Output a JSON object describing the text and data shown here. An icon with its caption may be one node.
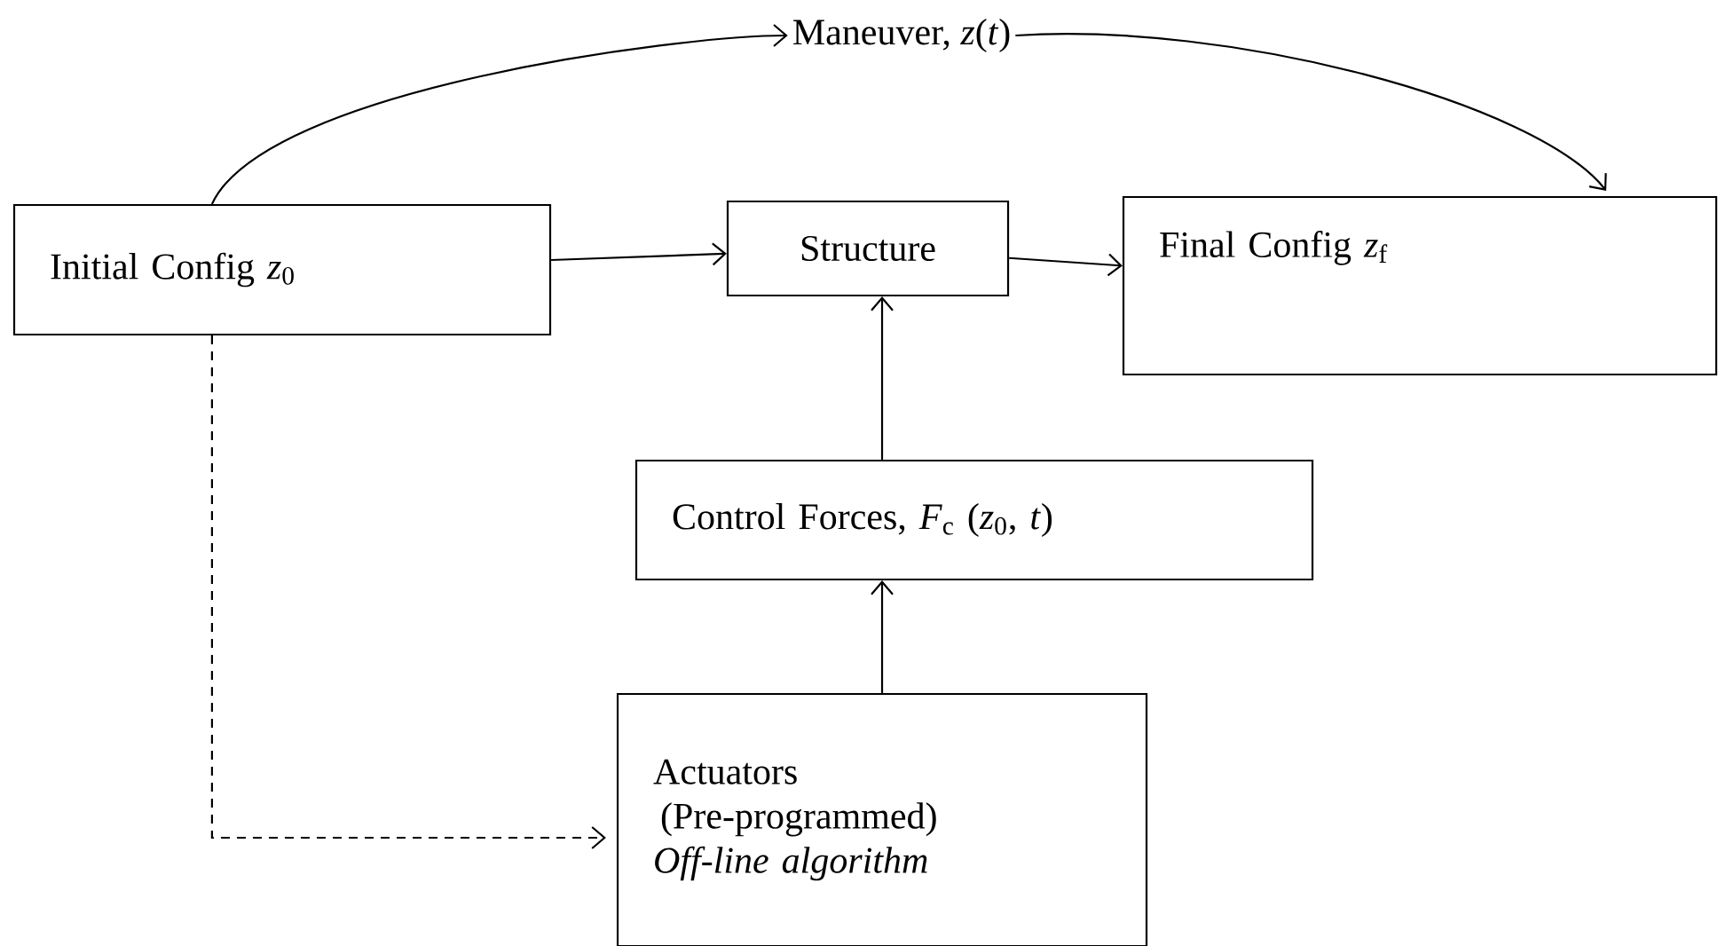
{
  "diagram": {
    "nodes": [
      {
        "text": [
          "Initial Config *z*$_{0}$"
        ]
      },
      {
        "text": [
          "Maneuver, *z*(*t*)"
        ]
      },
      {
        "text": [
          "Structure"
        ]
      },
      {
        "text": [
          "Final Config *z*$_{f}$"
        ]
      },
      {
        "text": [
          "Control Forces, *F*$_{c}$ (*z*$_{0}$, *t*)"
        ]
      },
      {
        "text": [
          "Actuators",
          "(Pre-programmed)",
          "Off-line algorithm"
        ]
      }
    ],
    "edges": [
      {
        "from": 0,
        "to": 1,
        "arrow": "to"
      },
      {
        "from": 1,
        "to": 3,
        "arrow": "to"
      },
      {
        "from": 0,
        "to": 2,
        "arrow": "to"
      },
      {
        "from": 2,
        "to": 3,
        "arrow": "to"
      },
      {
        "from": 4,
        "to": 2,
        "arrow": "to"
      },
      {
        "from": 5,
        "to": 4,
        "arrow": "to"
      },
      {
        "from": 0,
        "to": 5,
        "arrow": "to",
        "style": "dashed"
      }
    ]
  }
}
